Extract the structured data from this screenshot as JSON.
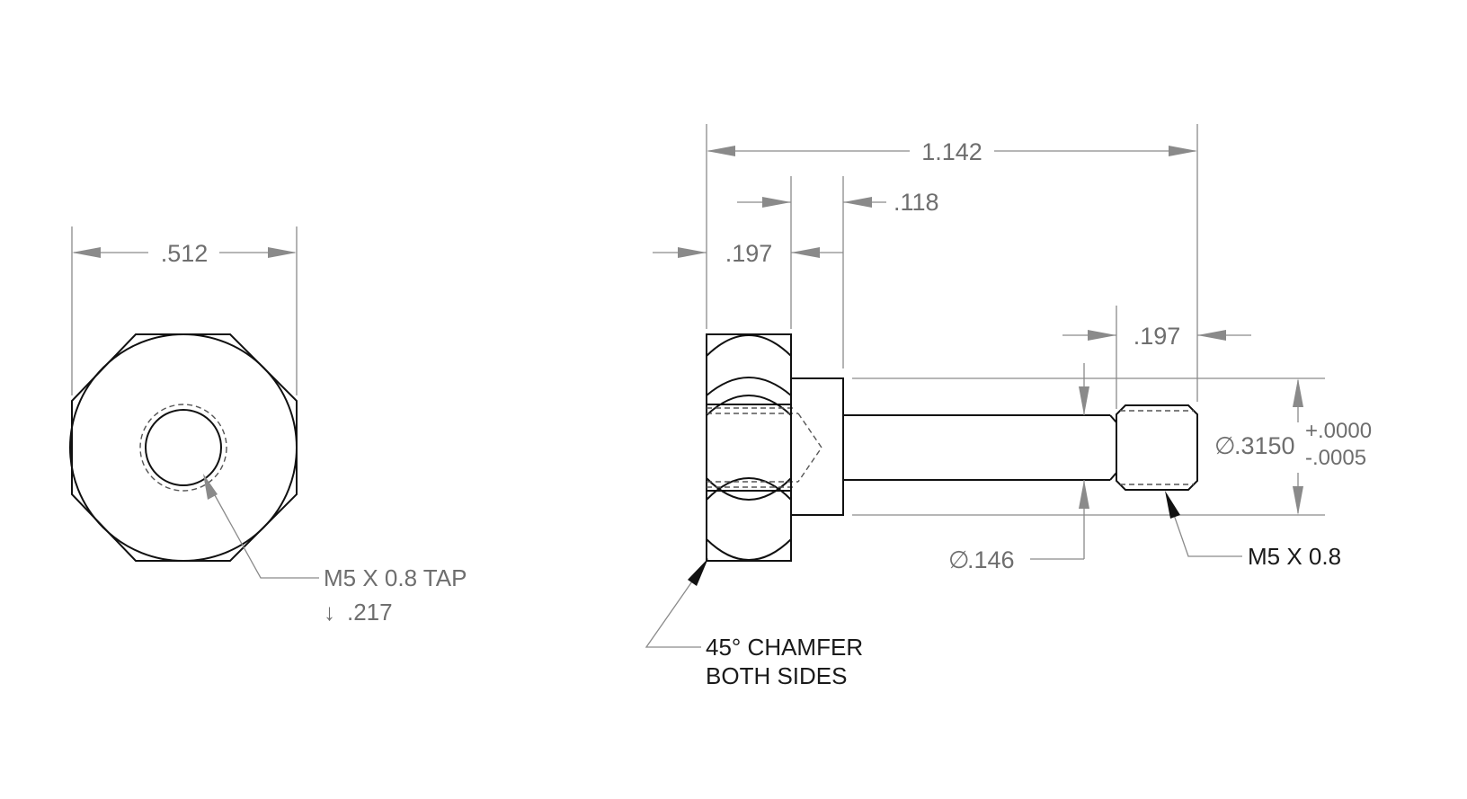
{
  "front_view": {
    "width_dim": ".512",
    "tap_note_line1": "M5 X 0.8 TAP",
    "tap_depth_symbol": "↓",
    "tap_depth": ".217"
  },
  "side_view": {
    "overall_length": "1.142",
    "collar_width": ".118",
    "hex_width": ".197",
    "thread_length": ".197",
    "shank_diameter_symbol": "∅",
    "shank_diameter": ".146",
    "fit_diameter_symbol": "∅",
    "fit_diameter": ".3150",
    "tol_upper": "+.0000",
    "tol_lower": "-.0005",
    "thread_note": "M5 X 0.8",
    "chamfer_line1": "45° CHAMFER",
    "chamfer_line2": "BOTH SIDES"
  }
}
